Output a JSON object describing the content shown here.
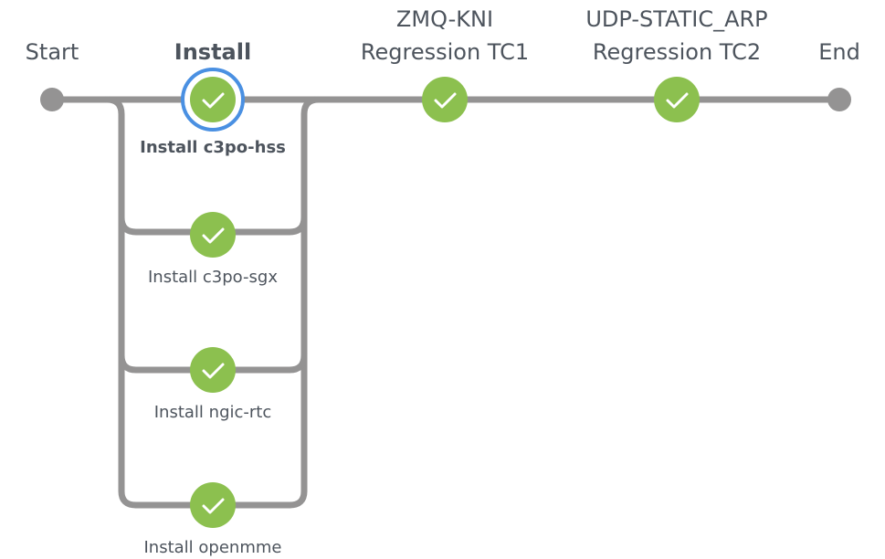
{
  "colors": {
    "success": "#8cc04f",
    "track": "#949393",
    "selected_ring": "#4a90e2",
    "text": "#4d545d"
  },
  "pipeline": {
    "start_label": "Start",
    "end_label": "End",
    "selected_stage": "Install",
    "selected_branch": "Install c3po-hss",
    "stages": [
      {
        "label_lines": [
          "Install"
        ],
        "status": "success",
        "status_icon": "check-icon",
        "branches": [
          {
            "label": "Install c3po-hss",
            "status": "success"
          },
          {
            "label": "Install c3po-sgx",
            "status": "success"
          },
          {
            "label": "Install ngic-rtc",
            "status": "success"
          },
          {
            "label": "Install openmme",
            "status": "success"
          }
        ]
      },
      {
        "label_lines": [
          "ZMQ-KNI",
          "Regression TC1"
        ],
        "status": "success",
        "status_icon": "check-icon"
      },
      {
        "label_lines": [
          "UDP-STATIC_ARP",
          "Regression TC2"
        ],
        "status": "success",
        "status_icon": "check-icon"
      }
    ]
  }
}
